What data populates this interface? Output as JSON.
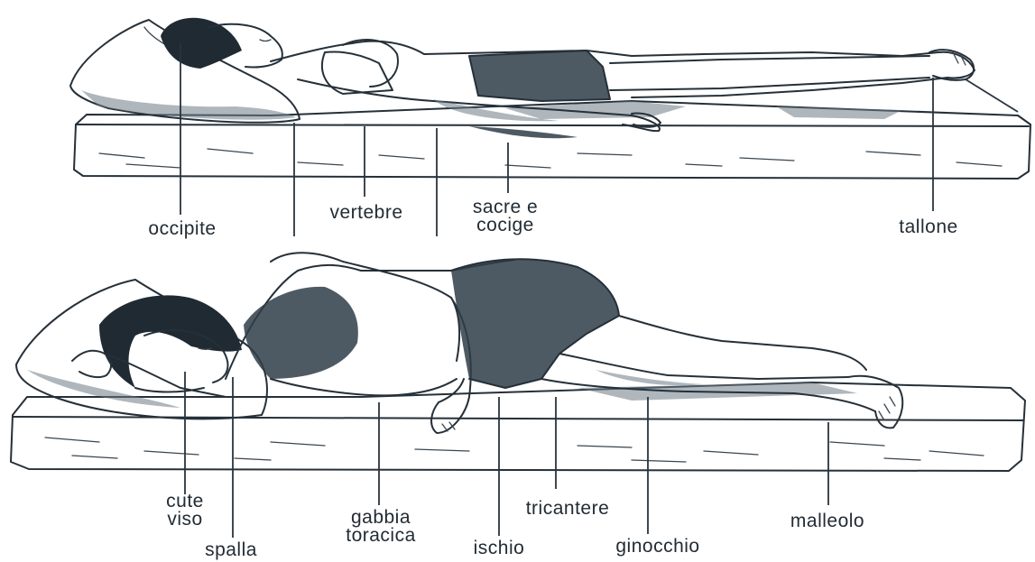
{
  "labels": {
    "top": {
      "occipite": "occipite",
      "vertebre": "vertebre",
      "sacre_cocige": "sacre e\ncocige",
      "tallone": "tallone"
    },
    "bottom": {
      "cute_viso": "cute\nviso",
      "spalla": "spalla",
      "gabbia_toracica": "gabbia\ntoracica",
      "ischio": "ischio",
      "tricantere": "tricantere",
      "ginocchio": "ginocchio",
      "malleolo": "malleolo"
    }
  },
  "colors": {
    "ink": "#253039",
    "shade": "#2f3d48",
    "background": "#ffffff"
  }
}
